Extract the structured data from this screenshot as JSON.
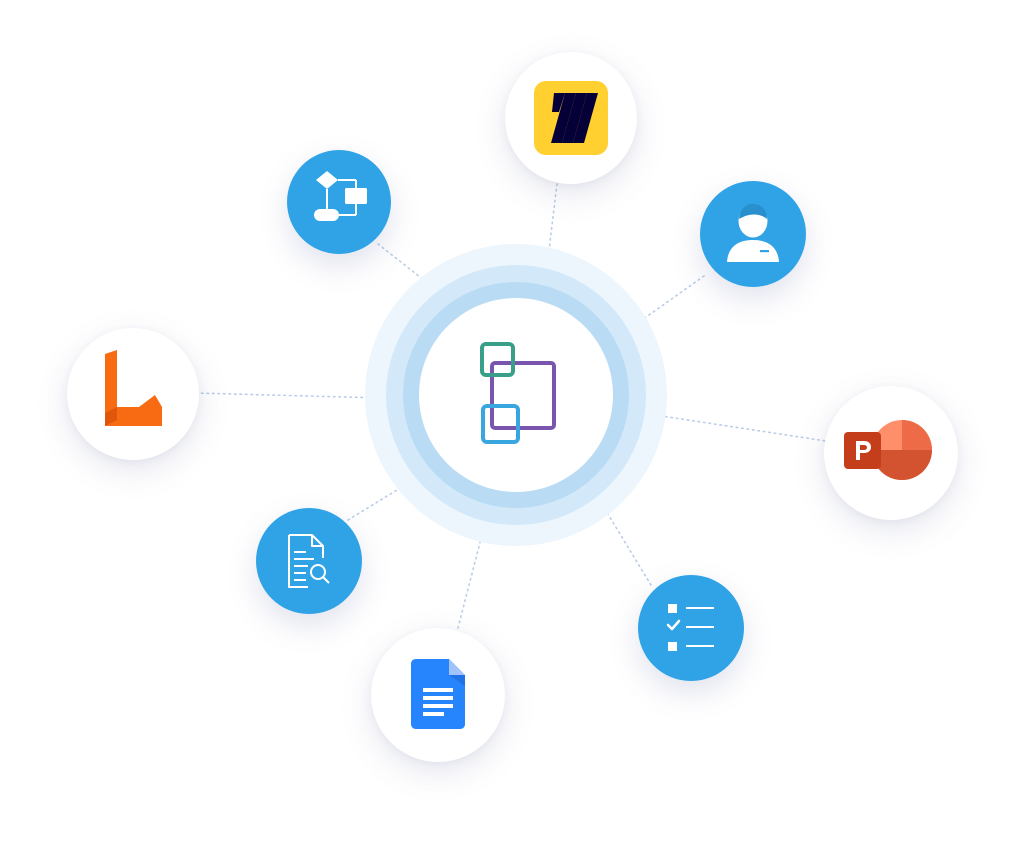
{
  "colors": {
    "node_blue": "#2fa3e6",
    "hub_green": "#3a9f88",
    "hub_purple": "#7a55ae",
    "hub_blue": "#3aa6e0",
    "miro_yellow": "#ffd02f",
    "miro_mark": "#050038",
    "lucid_orange": "#f96b13",
    "powerpoint_red": "#c43e1c",
    "powerpoint_orange": "#ed6c47",
    "google_docs_blue": "#2684fc",
    "connector_dots": "#b9cde6"
  },
  "hub": {
    "icon": "overlapping-squares-logo-icon"
  },
  "nodes": [
    {
      "id": "flowchart",
      "icon": "flowchart-icon",
      "style": "blue"
    },
    {
      "id": "miro",
      "icon": "miro-logo-icon",
      "style": "white"
    },
    {
      "id": "user",
      "icon": "user-avatar-icon",
      "style": "blue"
    },
    {
      "id": "lucid",
      "icon": "lucid-logo-icon",
      "style": "white"
    },
    {
      "id": "powerpoint",
      "icon": "powerpoint-logo-icon",
      "style": "white"
    },
    {
      "id": "document-search",
      "icon": "document-search-icon",
      "style": "blue"
    },
    {
      "id": "checklist",
      "icon": "checklist-icon",
      "style": "blue"
    },
    {
      "id": "google-docs",
      "icon": "google-docs-icon",
      "style": "white"
    }
  ]
}
